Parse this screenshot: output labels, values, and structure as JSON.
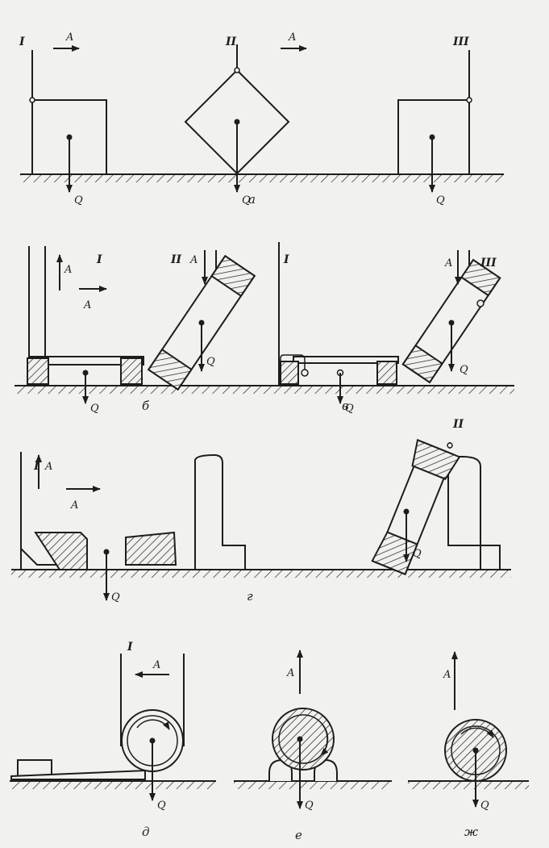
{
  "labels": {
    "load": "Q",
    "pull": "A",
    "pos1": "I",
    "pos2": "II",
    "pos3": "III"
  },
  "captions": {
    "a": "а",
    "b": "б",
    "v": "в",
    "g": "г",
    "d": "д",
    "e": "е",
    "zh": "ж"
  },
  "colors": {
    "ink": "#1d1d1d",
    "paper": "#f1f1ee"
  }
}
